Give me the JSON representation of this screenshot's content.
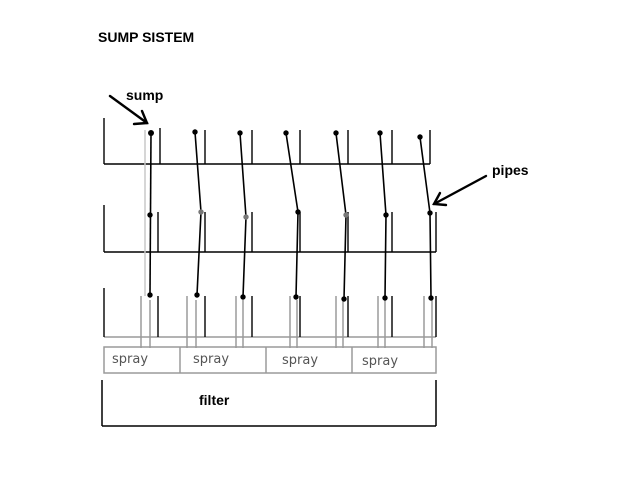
{
  "title": "SUMP SISTEM",
  "labels": {
    "sump": "sump",
    "pipes": "pipes",
    "filter": "filter"
  },
  "spray_labels": [
    "spray",
    "spray",
    "spray",
    "spray"
  ],
  "colors": {
    "ink": "#000000",
    "gray": "#9a9a9a",
    "spray_text": "#555555"
  }
}
